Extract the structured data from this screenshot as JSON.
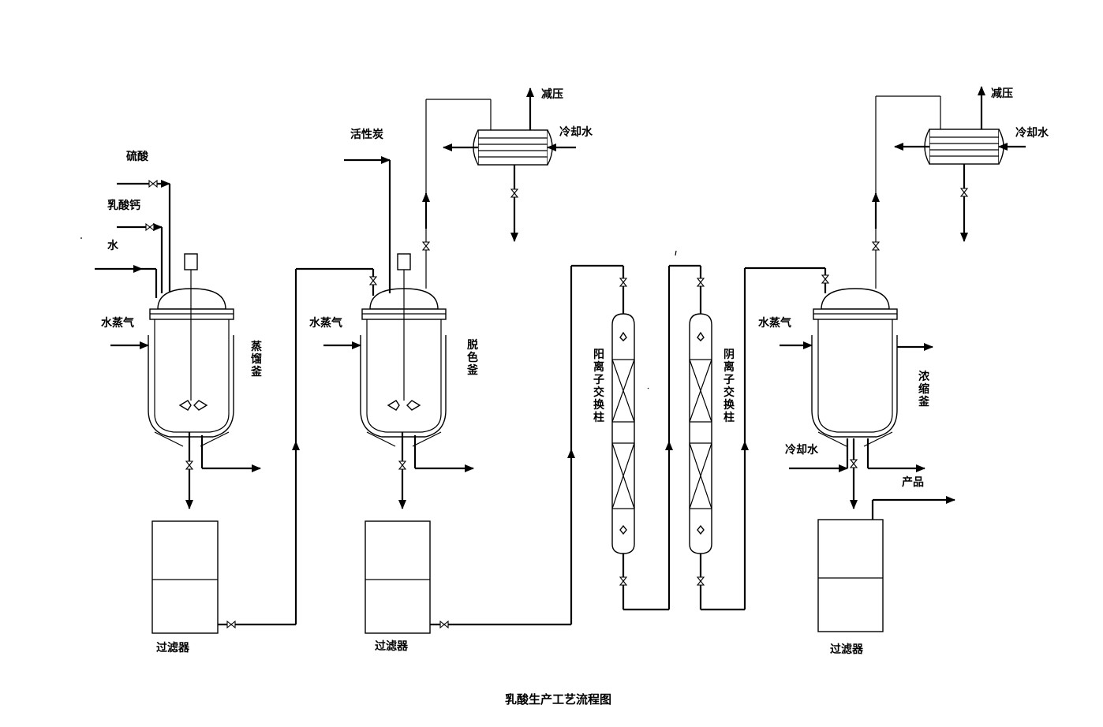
{
  "title": "乳酸生产工艺流程图",
  "inputs": {
    "sulfuric_acid": "硫酸",
    "calcium_lactate": "乳酸钙",
    "water": "水",
    "activated_carbon": "活性炭"
  },
  "steam_labels": [
    "水蒸气",
    "水蒸气",
    "水蒸气"
  ],
  "vessels": {
    "distillation": "蒸馏釜",
    "decolorization": "脱色釜",
    "concentration": "浓缩釜"
  },
  "columns": {
    "cation": "阳离子交换柱",
    "anion": "阴离子交换柱"
  },
  "filters": [
    "过滤器",
    "过滤器",
    "过滤器"
  ],
  "condensers": [
    {
      "vacuum": "减压",
      "cooling_water": "冷却水"
    },
    {
      "vacuum": "减压",
      "cooling_water": "冷却水"
    }
  ],
  "cooling_water_bottom": "冷却水",
  "product": "产品"
}
